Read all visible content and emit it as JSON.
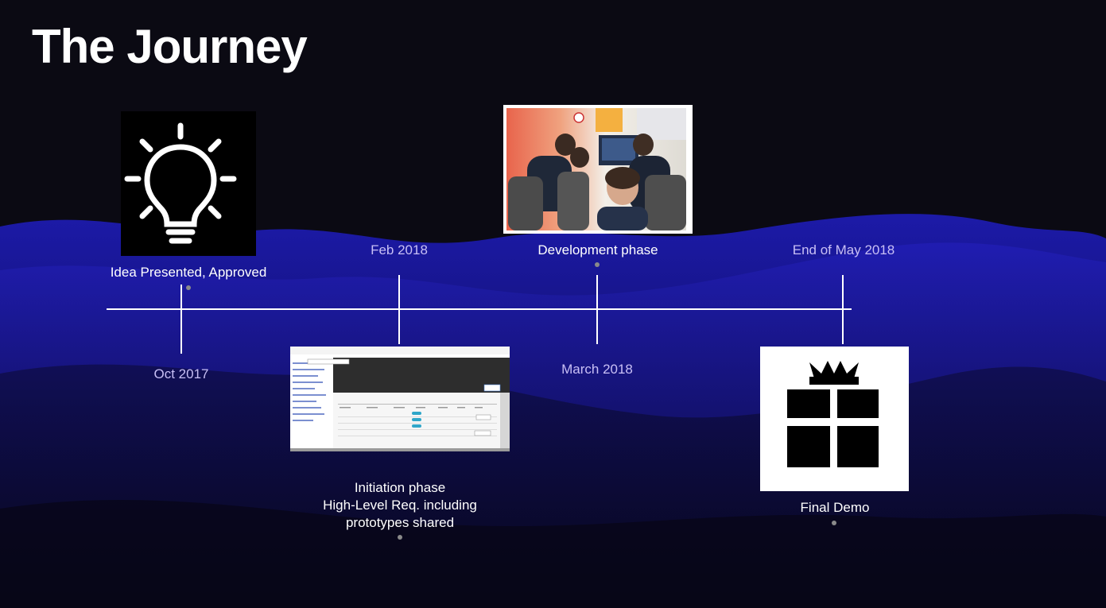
{
  "slide": {
    "title": "The Journey"
  },
  "timeline": {
    "milestones": [
      {
        "label": "Idea Presented, Approved",
        "date": "Oct 2017",
        "icon": "lightbulb-icon"
      },
      {
        "label": "Initiation phase\nHigh-Level Req. including\nprototypes shared",
        "date": "Feb 2018",
        "image": "prototype-screenshot"
      },
      {
        "label": "Development phase",
        "date": "March 2018",
        "image": "team-photo"
      },
      {
        "label": "Final Demo",
        "date": "End of May 2018",
        "icon": "gift-icon"
      }
    ]
  },
  "colors": {
    "background": "#0b0a13",
    "wave": "#1a1aa0",
    "date_text": "#c8bff5",
    "line": "#ffffff"
  }
}
